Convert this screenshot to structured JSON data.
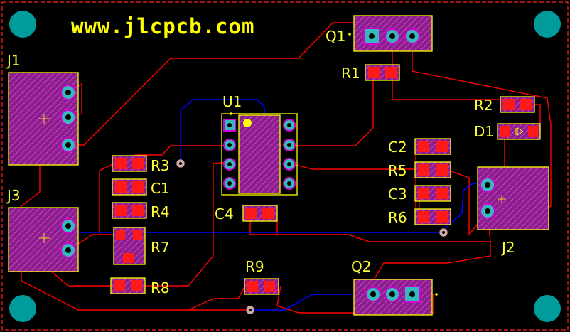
{
  "site_text": "www.jlcpcb.com",
  "labels": {
    "j1": "J1",
    "j2": "J2",
    "j3": "J3",
    "q1": "Q1",
    "q2": "Q2",
    "u1": "U1",
    "r1": "R1",
    "r2": "R2",
    "r3": "R3",
    "r4": "R4",
    "r5": "R5",
    "r6": "R6",
    "r7": "R7",
    "r8": "R8",
    "r9": "R9",
    "c1": "C1",
    "c2": "C2",
    "c3": "C3",
    "c4": "C4",
    "d1": "D1"
  },
  "colors": {
    "background": "#000000",
    "silkscreen": "#ffff00",
    "top_copper": "#ff0000",
    "bottom_copper": "#0000ff",
    "pad_mask": "#d000d0",
    "mounting_hole": "#009b9b",
    "board_outline": "#ff0000"
  }
}
